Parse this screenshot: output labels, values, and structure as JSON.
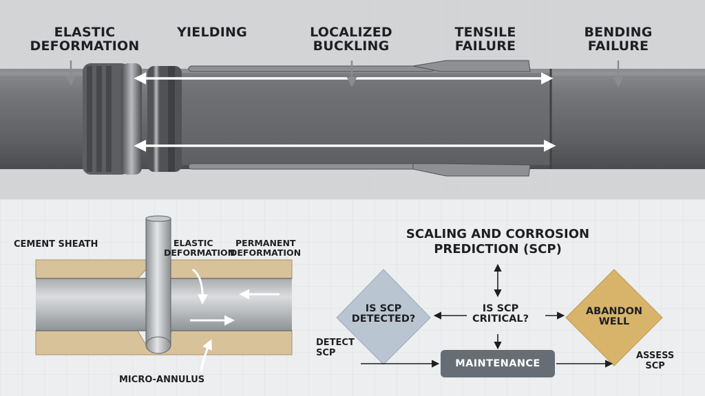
{
  "pipe_stages": [
    {
      "id": "elastic",
      "line1": "ELASTIC",
      "line2": "DEFORMATION"
    },
    {
      "id": "yielding",
      "line1": "YIELDING",
      "line2": ""
    },
    {
      "id": "buckling",
      "line1": "LOCALIZED",
      "line2": "BUCKLING"
    },
    {
      "id": "tensile",
      "line1": "TENSILE",
      "line2": "FAILURE"
    },
    {
      "id": "bending",
      "line1": "BENDING",
      "line2": "FAILURE"
    }
  ],
  "cement": {
    "sheath_label": "CEMENT SHEATH",
    "elastic_line1": "ELASTIC",
    "elastic_line2": "DEFORMATION",
    "permanent_line1": "PERMANENT",
    "permanent_line2": "DEFORMATION",
    "micro_annulus": "MICRO-ANNULUS"
  },
  "flowchart": {
    "title_line1": "SCALING AND CORROSION",
    "title_line2": "PREDICTION (SCP)",
    "detected_line1": "IS SCP",
    "detected_line2": "DETECTED?",
    "critical_line1": "IS SCP",
    "critical_line2": "CRITICAL?",
    "abandon_line1": "ABANDON",
    "abandon_line2": "WELL",
    "maintenance": "MAINTENANCE",
    "detect_line1": "DETECT",
    "detect_line2": "SCP",
    "assess_line1": "ASSESS",
    "assess_line2": "SCP"
  },
  "colors": {
    "pipe": "#6c6e71",
    "cement": "#d8c29a",
    "diamond_blue": "#b9c6d2",
    "diamond_gold": "#d7b46a",
    "maintenance_box": "#666d74"
  }
}
